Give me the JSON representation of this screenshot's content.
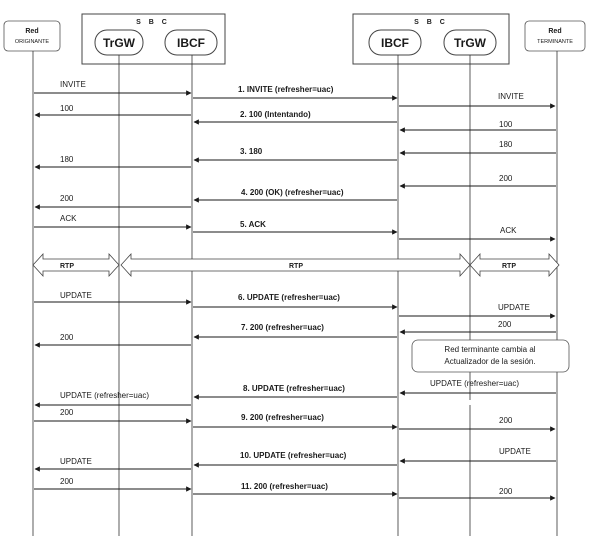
{
  "entities": {
    "red_originante": {
      "title": "Red",
      "subtitle": "ORIGINANTE"
    },
    "red_terminante": {
      "title": "Red",
      "subtitle": "TERMINANTE"
    },
    "sbc_left": {
      "title": "S B C",
      "components": [
        "TrGW",
        "IBCF"
      ]
    },
    "sbc_right": {
      "title": "S B C",
      "components": [
        "IBCF",
        "TrGW"
      ]
    }
  },
  "messages": {
    "m1_left": "INVITE",
    "m1_center": "1. INVITE (refresher=uac)",
    "m1_right": "INVITE",
    "m2_left": "100",
    "m2_center": "2. 100 (Intentando)",
    "m2_right": "100",
    "m3_left": "180",
    "m3_center": "3. 180",
    "m3_right": "180",
    "m4_left": "200",
    "m4_center": "4. 200 (OK) (refresher=uac)",
    "m4_right": "200",
    "m5_left": "ACK",
    "m5_center": "5. ACK",
    "m5_right": "ACK",
    "rtp": [
      "RTP",
      "RTP",
      "RTP"
    ],
    "m6_left": "UPDATE",
    "m6_center": "6. UPDATE (refresher=uac)",
    "m6_right": "UPDATE",
    "m7_left": "200",
    "m7_center": "7. 200 (refresher=uac)",
    "m7_right": "200",
    "note": [
      "Red terminante cambia al",
      "Actualizador de la sesión."
    ],
    "m8_left": "UPDATE (refresher=uac)",
    "m8_center": "8. UPDATE (refresher=uac)",
    "m8_right": "UPDATE (refresher=uac)",
    "m9_left": "200",
    "m9_center": "9. 200 (refresher=uac)",
    "m9_right": "200",
    "m10_left": "UPDATE",
    "m10_center": "10. UPDATE (refresher=uac)",
    "m10_right": "UPDATE",
    "m11_left": "200",
    "m11_center": "11. 200 (refresher=uac)",
    "m11_right": "200"
  }
}
